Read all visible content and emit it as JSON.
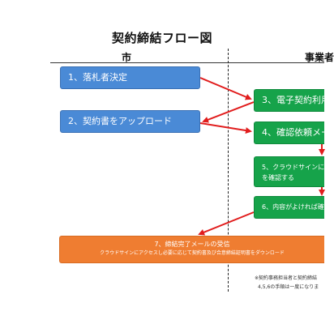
{
  "title": "契約締結フロー図",
  "lanes": {
    "city": "市",
    "business": "事業者"
  },
  "steps": {
    "s1": "1、落札者決定",
    "s2": "2、契約書をアップロード",
    "s3": "3、電子契約利用",
    "s4": "4、確認依頼メー",
    "s5_line1": "5、クラウドサインに",
    "s5_line2": "を確認する",
    "s6": "6、内容がよければ確",
    "s7_title": "7、締結完了メールの受信",
    "s7_sub": "クラウドサインにアクセスし必要に応じて契約書及び合意締結証明書をダウンロード"
  },
  "notes": {
    "n1": "※契約事務担当者と契約締結",
    "n2": "4,5,6の手順は一度になりま"
  },
  "colors": {
    "blue": "#4a8ad6",
    "green": "#16a34a",
    "orange": "#ef7d31",
    "arrow": "#e11d1d"
  }
}
